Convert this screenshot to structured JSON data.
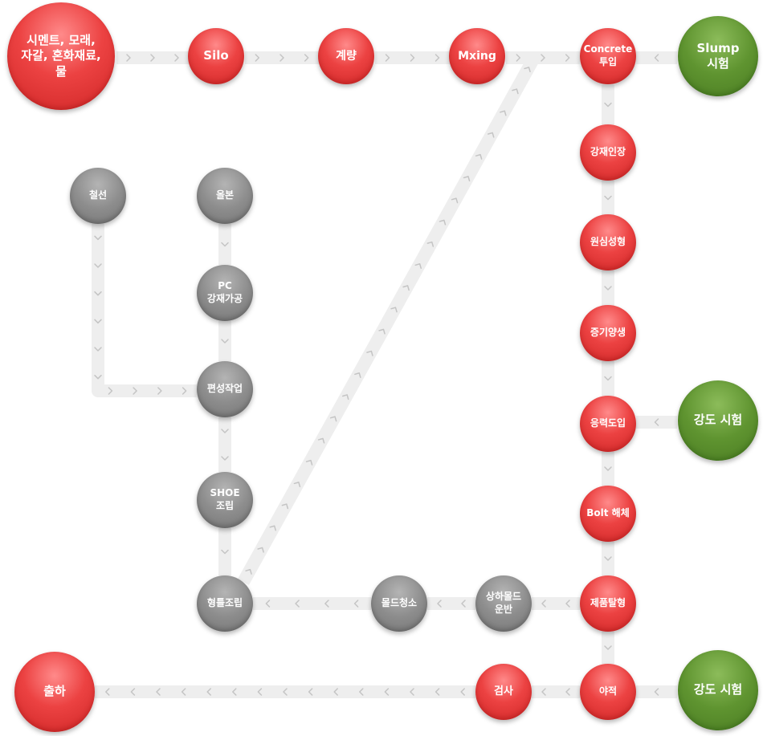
{
  "colors": {
    "red": "#e83b3b",
    "gray": "#8c8c8c",
    "green": "#5a8f2e",
    "connector": "#eeeeee",
    "chevron": "#c4c4c4"
  },
  "nodes": {
    "materials": {
      "label": "시멘트, 모래,\n자갈, 혼화재료,\n물",
      "kind": "red"
    },
    "silo": {
      "label": "Silo",
      "kind": "red"
    },
    "weighing": {
      "label": "계량",
      "kind": "red"
    },
    "mixing": {
      "label": "Mxing",
      "kind": "red"
    },
    "concrete_input": {
      "label": "Concrete\n투입",
      "kind": "red"
    },
    "slump_test": {
      "label": "Slump\n시험",
      "kind": "green"
    },
    "tensioning": {
      "label": "강재인장",
      "kind": "red"
    },
    "centrifugal": {
      "label": "원심성형",
      "kind": "red"
    },
    "steam_curing": {
      "label": "증기양생",
      "kind": "red"
    },
    "stress_intro": {
      "label": "응력도입",
      "kind": "red"
    },
    "strength_test_1": {
      "label": "강도 시험",
      "kind": "green"
    },
    "bolt_removal": {
      "label": "Bolt 해체",
      "kind": "red"
    },
    "demolding": {
      "label": "제품탈형",
      "kind": "red"
    },
    "mold_transport": {
      "label": "상하몰드\n운반",
      "kind": "gray"
    },
    "mold_cleaning": {
      "label": "몰드청소",
      "kind": "gray"
    },
    "form_assembly": {
      "label": "형틀조립",
      "kind": "gray"
    },
    "stacking": {
      "label": "야적",
      "kind": "red"
    },
    "strength_test_2": {
      "label": "강도 시험",
      "kind": "green"
    },
    "inspection": {
      "label": "검사",
      "kind": "red"
    },
    "shipping": {
      "label": "출하",
      "kind": "red"
    },
    "wire": {
      "label": "철선",
      "kind": "gray"
    },
    "bolt": {
      "label": "올본",
      "kind": "gray"
    },
    "pc_steel": {
      "label": "PC\n강재가공",
      "kind": "gray"
    },
    "knitting": {
      "label": "편성작업",
      "kind": "gray"
    },
    "shoe_assembly": {
      "label": "SHOE\n조립",
      "kind": "gray"
    }
  }
}
